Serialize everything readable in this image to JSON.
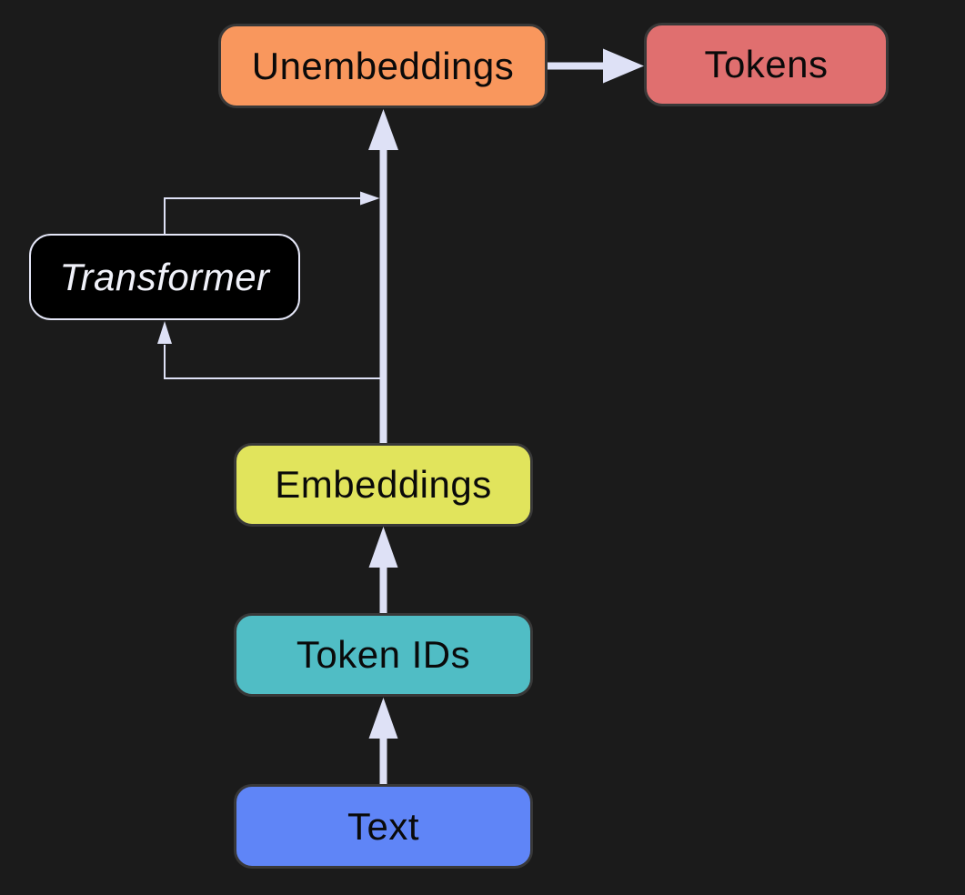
{
  "canvas": {
    "background": "#1b1b1b",
    "arrow_color": "#dee1f6",
    "node_outline_color": "#383838",
    "node_text_color": "#0a0a0a"
  },
  "nodes": {
    "unembeddings": {
      "label": "Unembeddings",
      "fill": "#f9975d",
      "text_color": "#0a0a0a"
    },
    "tokens": {
      "label": "Tokens",
      "fill": "#e06f6f",
      "text_color": "#0a0a0a"
    },
    "transformer": {
      "label": "Transformer",
      "fill": "#000000",
      "text_color": "#f1f2fa",
      "border_color": "#e4e6f7"
    },
    "embeddings": {
      "label": "Embeddings",
      "fill": "#e1e45c",
      "text_color": "#0a0a0a"
    },
    "token_ids": {
      "label": "Token IDs",
      "fill": "#50bdc5",
      "text_color": "#0a0a0a"
    },
    "text": {
      "label": "Text",
      "fill": "#5f85f7",
      "text_color": "#0a0a0a"
    }
  },
  "edges": [
    {
      "from": "text",
      "to": "token_ids",
      "style": "thick-arrow"
    },
    {
      "from": "token_ids",
      "to": "embeddings",
      "style": "thick-arrow"
    },
    {
      "from": "embeddings",
      "to": "unembeddings",
      "style": "thick-arrow"
    },
    {
      "from": "unembeddings",
      "to": "tokens",
      "style": "thick-arrow"
    },
    {
      "from": "residual-stream",
      "to": "transformer",
      "style": "thin-loop-arrow"
    },
    {
      "from": "transformer",
      "to": "residual-stream",
      "style": "thin-loop-arrow"
    }
  ]
}
